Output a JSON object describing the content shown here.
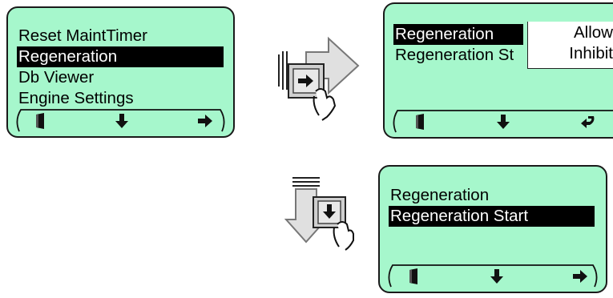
{
  "screen1": {
    "menu": [
      "Reset MaintTimer",
      "Regeneration",
      "Db Viewer",
      "Engine Settings"
    ],
    "selected_index": 1,
    "softkeys": [
      "exit-door-icon",
      "arrow-down-icon",
      "arrow-right-icon"
    ]
  },
  "screen2": {
    "menu": [
      "Regeneration",
      "Regeneration St"
    ],
    "selected_index": 0,
    "popup_options": [
      "Allow",
      "Inhibit"
    ],
    "softkeys": [
      "exit-door-icon",
      "arrow-down-icon",
      "return-arrow-icon"
    ]
  },
  "screen3": {
    "menu": [
      "Regeneration",
      "Regeneration Start"
    ],
    "selected_index": 1,
    "softkeys": [
      "exit-door-icon",
      "arrow-down-icon",
      "arrow-right-icon"
    ]
  },
  "actions": {
    "press_right": "press-right-key-icon",
    "press_down": "press-down-key-icon"
  },
  "colors": {
    "screen_bg": "#a6f7cc",
    "border": "#1a1a1a",
    "selection_bg": "#000000",
    "selection_text": "#ffffff"
  }
}
